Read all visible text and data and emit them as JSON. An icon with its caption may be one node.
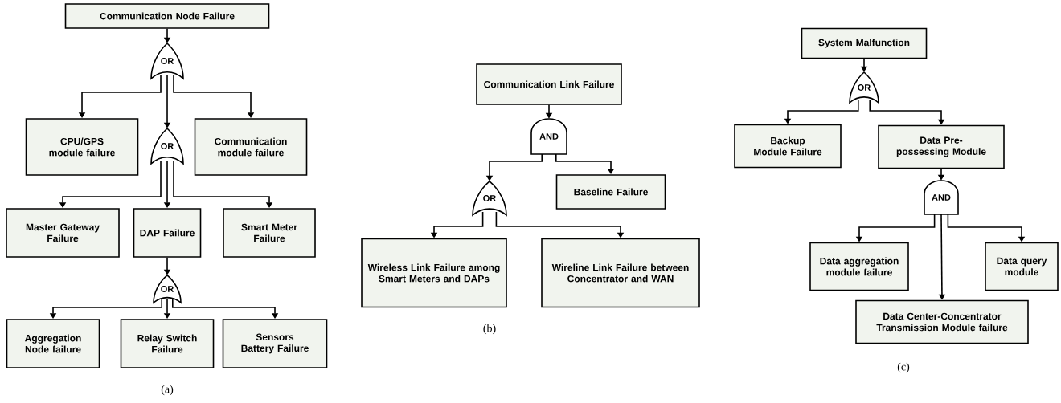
{
  "diagram": {
    "nodes": [
      {
        "text": [
          "Communication Node Failure"
        ]
      },
      {
        "text": [
          "OR"
        ]
      },
      {
        "text": [
          "CPU/GPS module failure"
        ]
      },
      {
        "text": [
          "OR"
        ]
      },
      {
        "text": [
          "Communication module failure"
        ]
      },
      {
        "text": [
          "Master Gateway Failure"
        ]
      },
      {
        "text": [
          "DAP Failure"
        ]
      },
      {
        "text": [
          "Smart Meter Failure"
        ]
      },
      {
        "text": [
          "OR"
        ]
      },
      {
        "text": [
          "Aggregation Node failure"
        ]
      },
      {
        "text": [
          "Relay Switch Failure"
        ]
      },
      {
        "text": [
          "Sensors Battery Failure"
        ]
      },
      {
        "text": [
          "Communication Link Failure"
        ]
      },
      {
        "text": [
          "AND"
        ]
      },
      {
        "text": [
          "OR"
        ]
      },
      {
        "text": [
          "Baseline Failure"
        ]
      },
      {
        "text": [
          "Wireless Link Failure among Smart Meters and DAPs"
        ]
      },
      {
        "text": [
          "Wireline Link Failure between Concentrator and WAN"
        ]
      },
      {
        "text": [
          "System Malfunction"
        ]
      },
      {
        "text": [
          "OR"
        ]
      },
      {
        "text": [
          "Backup Module Failure"
        ]
      },
      {
        "text": [
          "Data Pre-possessing Module"
        ]
      },
      {
        "text": [
          "AND"
        ]
      },
      {
        "text": [
          "Data aggregation module failure"
        ]
      },
      {
        "text": [
          "Data query module"
        ]
      },
      {
        "text": [
          "Data Center-Concentrator Transmission Module failure"
        ]
      }
    ],
    "edges": [
      {
        "from": 0,
        "to": 1,
        "arrow": "to"
      },
      {
        "from": 1,
        "to": 2,
        "arrow": "to"
      },
      {
        "from": 1,
        "to": 3,
        "arrow": "to"
      },
      {
        "from": 1,
        "to": 4,
        "arrow": "to"
      },
      {
        "from": 3,
        "to": 5,
        "arrow": "to"
      },
      {
        "from": 3,
        "to": 6,
        "arrow": "to"
      },
      {
        "from": 3,
        "to": 7,
        "arrow": "to"
      },
      {
        "from": 6,
        "to": 8,
        "arrow": "to"
      },
      {
        "from": 8,
        "to": 9,
        "arrow": "to"
      },
      {
        "from": 8,
        "to": 10,
        "arrow": "to"
      },
      {
        "from": 8,
        "to": 11,
        "arrow": "to"
      },
      {
        "from": 12,
        "to": 13,
        "arrow": "to"
      },
      {
        "from": 13,
        "to": 14,
        "arrow": "to"
      },
      {
        "from": 13,
        "to": 15,
        "arrow": "to"
      },
      {
        "from": 14,
        "to": 16,
        "arrow": "to"
      },
      {
        "from": 14,
        "to": 17,
        "arrow": "to"
      },
      {
        "from": 18,
        "to": 19,
        "arrow": "to"
      },
      {
        "from": 19,
        "to": 20,
        "arrow": "to"
      },
      {
        "from": 19,
        "to": 21,
        "arrow": "to"
      },
      {
        "from": 21,
        "to": 22,
        "arrow": "to"
      },
      {
        "from": 22,
        "to": 23,
        "arrow": "to"
      },
      {
        "from": 22,
        "to": 25,
        "arrow": "to"
      },
      {
        "from": 22,
        "to": 24,
        "arrow": "to"
      }
    ],
    "labels": [
      "(a)",
      "(b)",
      "(c)"
    ]
  }
}
